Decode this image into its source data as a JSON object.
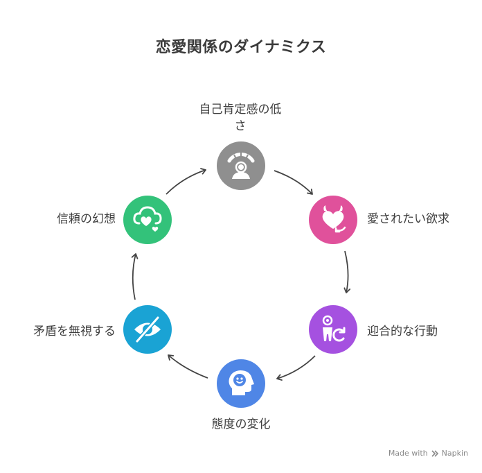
{
  "title": "恋愛関係のダイナミクス",
  "nodes": [
    {
      "id": "low-self-esteem",
      "label_line1": "自己肯定感の低",
      "label_line2": "さ",
      "color": "#8f8f8f",
      "icon": "person-with-rays-icon"
    },
    {
      "id": "desire-to-be-loved",
      "label": "愛されたい欲求",
      "color": "#e0519b",
      "icon": "devil-heart-icon"
    },
    {
      "id": "conformity",
      "label": "迎合的な行動",
      "color": "#a551e0",
      "icon": "person-refresh-icon"
    },
    {
      "id": "attitude-change",
      "label": "態度の変化",
      "color": "#4f86e6",
      "icon": "smiling-head-icon"
    },
    {
      "id": "ignore-contradictions",
      "label": "矛盾を無視する",
      "color": "#1aa3d4",
      "icon": "eye-slash-icon"
    },
    {
      "id": "illusion-of-trust",
      "label": "信頼の幻想",
      "color": "#33c27a",
      "icon": "cloud-hearts-icon"
    }
  ],
  "footer": {
    "made_with": "Made with",
    "brand": "Napkin"
  }
}
